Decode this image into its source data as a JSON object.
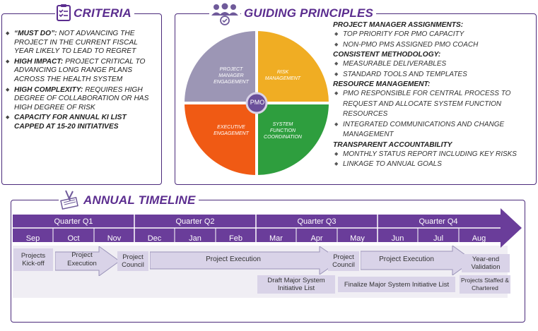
{
  "criteria": {
    "title": "CRITERIA",
    "items": [
      {
        "bold": "“MUST DO”:",
        "text": " NOT ADVANCING THE PROJECT IN THE CURRENT FISCAL YEAR LIKELY TO LEAD TO REGRET"
      },
      {
        "bold": "HIGH IMPACT:",
        "text": " PROJECT CRITICAL TO ADVANCING LONG RANGE PLANS ACROSS THE HEALTH SYSTEM"
      },
      {
        "bold": "HIGH COMPLEXITY:",
        "text": " REQUIRES HIGH DEGREE OF COLLABORATION OR HAS HIGH DEGREE OF RISK"
      },
      {
        "bold": "CAPACITY FOR ANNUAL KI LIST CAPPED AT 15-20 INITIATIVES",
        "text": ""
      }
    ]
  },
  "guiding": {
    "title": "GUIDING PRINCIPLES",
    "pie": {
      "center": "PMO",
      "slices": [
        {
          "label": "PROJECT MANAGER ENGAGEMENT",
          "color": "#9c96b5"
        },
        {
          "label": "RISK MANAGEMENT",
          "color": "#f0ad23"
        },
        {
          "label": "SYSTEM FUNCTION COORDINATION",
          "color": "#2e9e3e"
        },
        {
          "label": "EXECUTIVE ENGAGEMENT",
          "color": "#f05a14"
        }
      ]
    },
    "sections": [
      {
        "heading": "PROJECT MANAGER ASSIGNMENTS:",
        "items": [
          "TOP PRIORITY FOR PMO CAPACITY",
          "NON-PMO PMs ASSIGNED PMO COACH"
        ]
      },
      {
        "heading": "CONSISTENT METHODOLOGY:",
        "items": [
          "MEASURABLE DELIVERABLES",
          "STANDARD TOOLS AND TEMPLATES"
        ]
      },
      {
        "heading": "RESOURCE MANAGEMENT:",
        "items": [
          "PMO RESPONSIBLE FOR CENTRAL PROCESS TO REQUEST AND ALLOCATE SYSTEM FUNCTION RESOURCES",
          "INTEGRATED COMMUNICATIONS AND CHANGE MANAGEMENT"
        ]
      },
      {
        "heading": "TRANSPARENT ACCOUNTABILITY",
        "items": [
          "MONTHLY STATUS REPORT INCLUDING KEY RISKS",
          "LINKAGE TO ANNUAL GOALS"
        ]
      }
    ]
  },
  "timeline": {
    "title": "ANNUAL TIMELINE",
    "quarters": [
      "Quarter Q1",
      "Quarter Q2",
      "Quarter Q3",
      "Quarter Q4"
    ],
    "months": [
      "Sep",
      "Oct",
      "Nov",
      "Dec",
      "Jan",
      "Feb",
      "Mar",
      "Apr",
      "May",
      "Jun",
      "Jul",
      "Aug"
    ],
    "activities": {
      "kickoff": "Projects Kick-off",
      "exec1": "Project Execution",
      "council1": "Project Council",
      "exec2": "Project Execution",
      "council2": "Project Council",
      "exec3": "Project Execution",
      "yearend": "Year-end Validation",
      "draft": "Draft Major System Initiative List",
      "finalize": "Finalize Major System Initiative List",
      "staffed": "Projects Staffed & Chartered"
    },
    "colors": {
      "band": "#6a3d9a",
      "chip": "#d9d3e8"
    }
  }
}
